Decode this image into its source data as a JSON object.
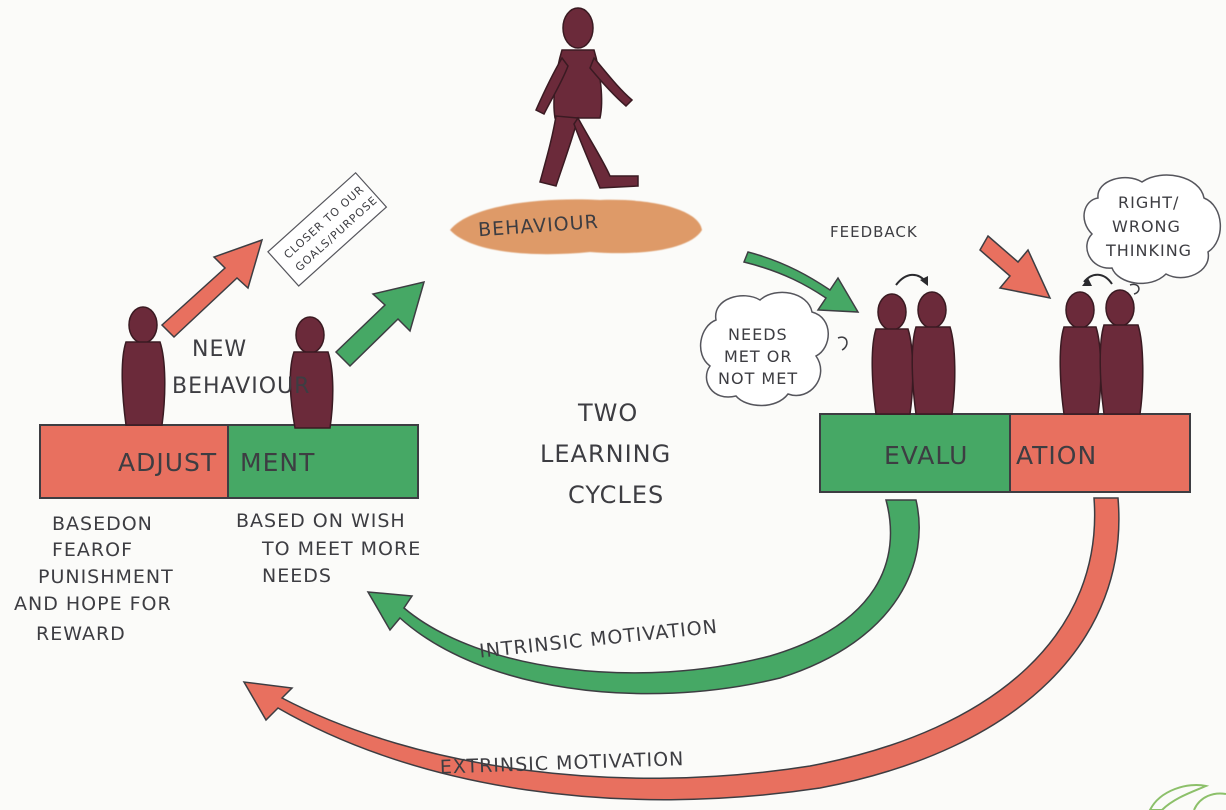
{
  "title": "TWO LEARNING CYCLES",
  "title_lines": [
    "TWO",
    "LEARNING",
    "CYCLES"
  ],
  "behaviour": {
    "label": "BEHAVIOUR"
  },
  "adjustment": {
    "label_left": "ADJUST",
    "label_right": "MENT",
    "new_behaviour_lines": [
      "NEW",
      "BEHAVIOUR"
    ],
    "goal_note_lines": [
      "CLOSER TO OUR",
      "GOALS/PURPOSE"
    ],
    "red_note_lines": [
      "BASEDON",
      "FEAROF",
      "PUNISHMENT",
      "AND HOPE FOR",
      "REWARD"
    ],
    "green_note_lines": [
      "BASED ON WISH",
      "TO MEET MORE",
      "NEEDS"
    ]
  },
  "evaluation": {
    "label_left": "EVALU",
    "label_right": "ATION",
    "feedback_label": "FEEDBACK",
    "needs_bubble_lines": [
      "NEEDS",
      "MET OR",
      "NOT MET"
    ],
    "thinking_bubble_lines": [
      "RIGHT/",
      "WRONG",
      "THINKING"
    ]
  },
  "cycles": {
    "intrinsic_label": "INTRINSIC MOTIVATION",
    "extrinsic_label": "EXTRINSIC MOTIVATION"
  },
  "colors": {
    "red": "#e8705f",
    "green": "#46a865",
    "figure": "#6b2a3a",
    "ground": "#d98a4f",
    "ink": "#3d3d42"
  }
}
